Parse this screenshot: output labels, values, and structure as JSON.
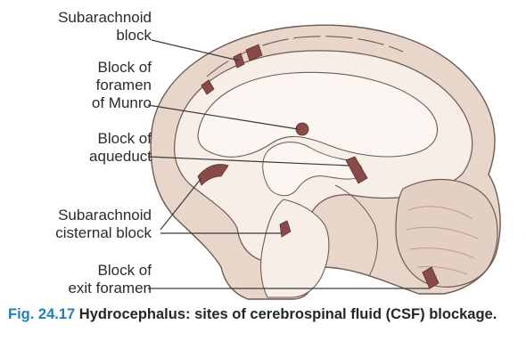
{
  "labels": {
    "subarachnoid_block": [
      "Subarachnoid",
      "block"
    ],
    "foramen_munro_block": [
      "Block of",
      "foramen",
      "of Munro"
    ],
    "aqueduct_block": [
      "Block of",
      "aqueduct"
    ],
    "cisternal_block": [
      "Subarachnoid",
      "cisternal block"
    ],
    "exit_foramen_block": [
      "Block of",
      "exit foramen"
    ]
  },
  "caption": {
    "figure_number": "Fig. 24.17",
    "text": "Hydrocephalus: sites of cerebrospinal fluid (CSF) blockage."
  },
  "colors": {
    "outer_tissue": "#e9d6cb",
    "inner_tissue": "#f7eee8",
    "ventricle": "#fbf6f1",
    "cerebellum": "#e3cfc3",
    "outline": "#6e5a52",
    "block": "#8a4a48",
    "leader": "#3a3a3a",
    "caption_accent": "#1f7fb8"
  }
}
